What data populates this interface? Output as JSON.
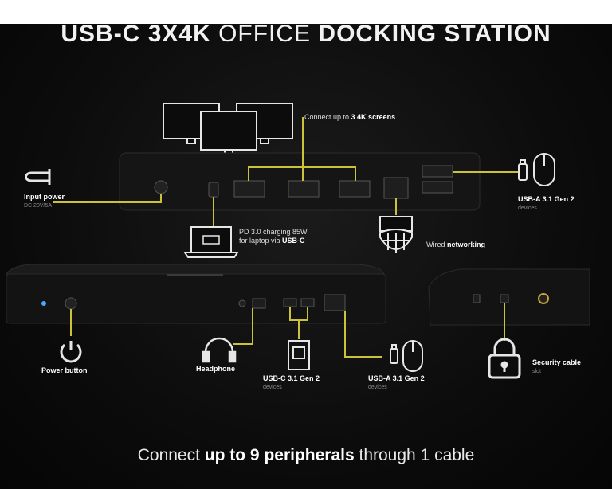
{
  "title": {
    "bold_a": "USB-C 3X4K",
    "thin": " OFFICE ",
    "bold_b": "DOCKING STATION"
  },
  "labels": {
    "screens_a": "Connect up to ",
    "screens_b": "3 4K screens",
    "input_power": "Input power",
    "input_power_sub": "DC 20V/5A",
    "pd_line1": "PD 3.0 charging 85W",
    "pd_line2a": "for laptop via ",
    "pd_line2b": "USB-C",
    "wired_a": "Wired ",
    "wired_b": "networking",
    "usba_top": "USB-A 3.1 Gen 2",
    "usba_top_sub": "devices",
    "power_button": "Power button",
    "headphone": "Headphone",
    "usbc": "USB-C 3.1 Gen 2",
    "usbc_sub": "devices",
    "usba_bottom": "USB-A 3.1 Gen 2",
    "usba_bottom_sub": "devices",
    "security": "Security cable",
    "security_sub": "slot"
  },
  "footer": {
    "a": "Connect ",
    "b": "up to 9 peripherals",
    "c": " through 1 cable"
  },
  "colors": {
    "accent": "#c9c23a",
    "panel": "#0c0c0c",
    "device": "#161616"
  }
}
